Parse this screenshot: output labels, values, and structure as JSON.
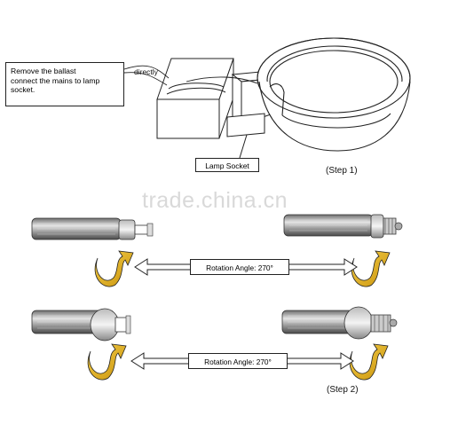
{
  "callout": {
    "line1": "Remove the ballast",
    "line2": "connect the mains to lamp",
    "line3": "socket.",
    "trailing": "directly"
  },
  "labels": {
    "lamp_socket": "Lamp Socket",
    "step1": "(Step 1)",
    "step2": "(Step 2)",
    "rotation_1": "Rotation Angle: 270°",
    "rotation_2": "Rotation Angle: 270°"
  },
  "watermark": "trade.china.cn",
  "colors": {
    "arrow_fill": "#e3b21e",
    "line": "#222222"
  }
}
